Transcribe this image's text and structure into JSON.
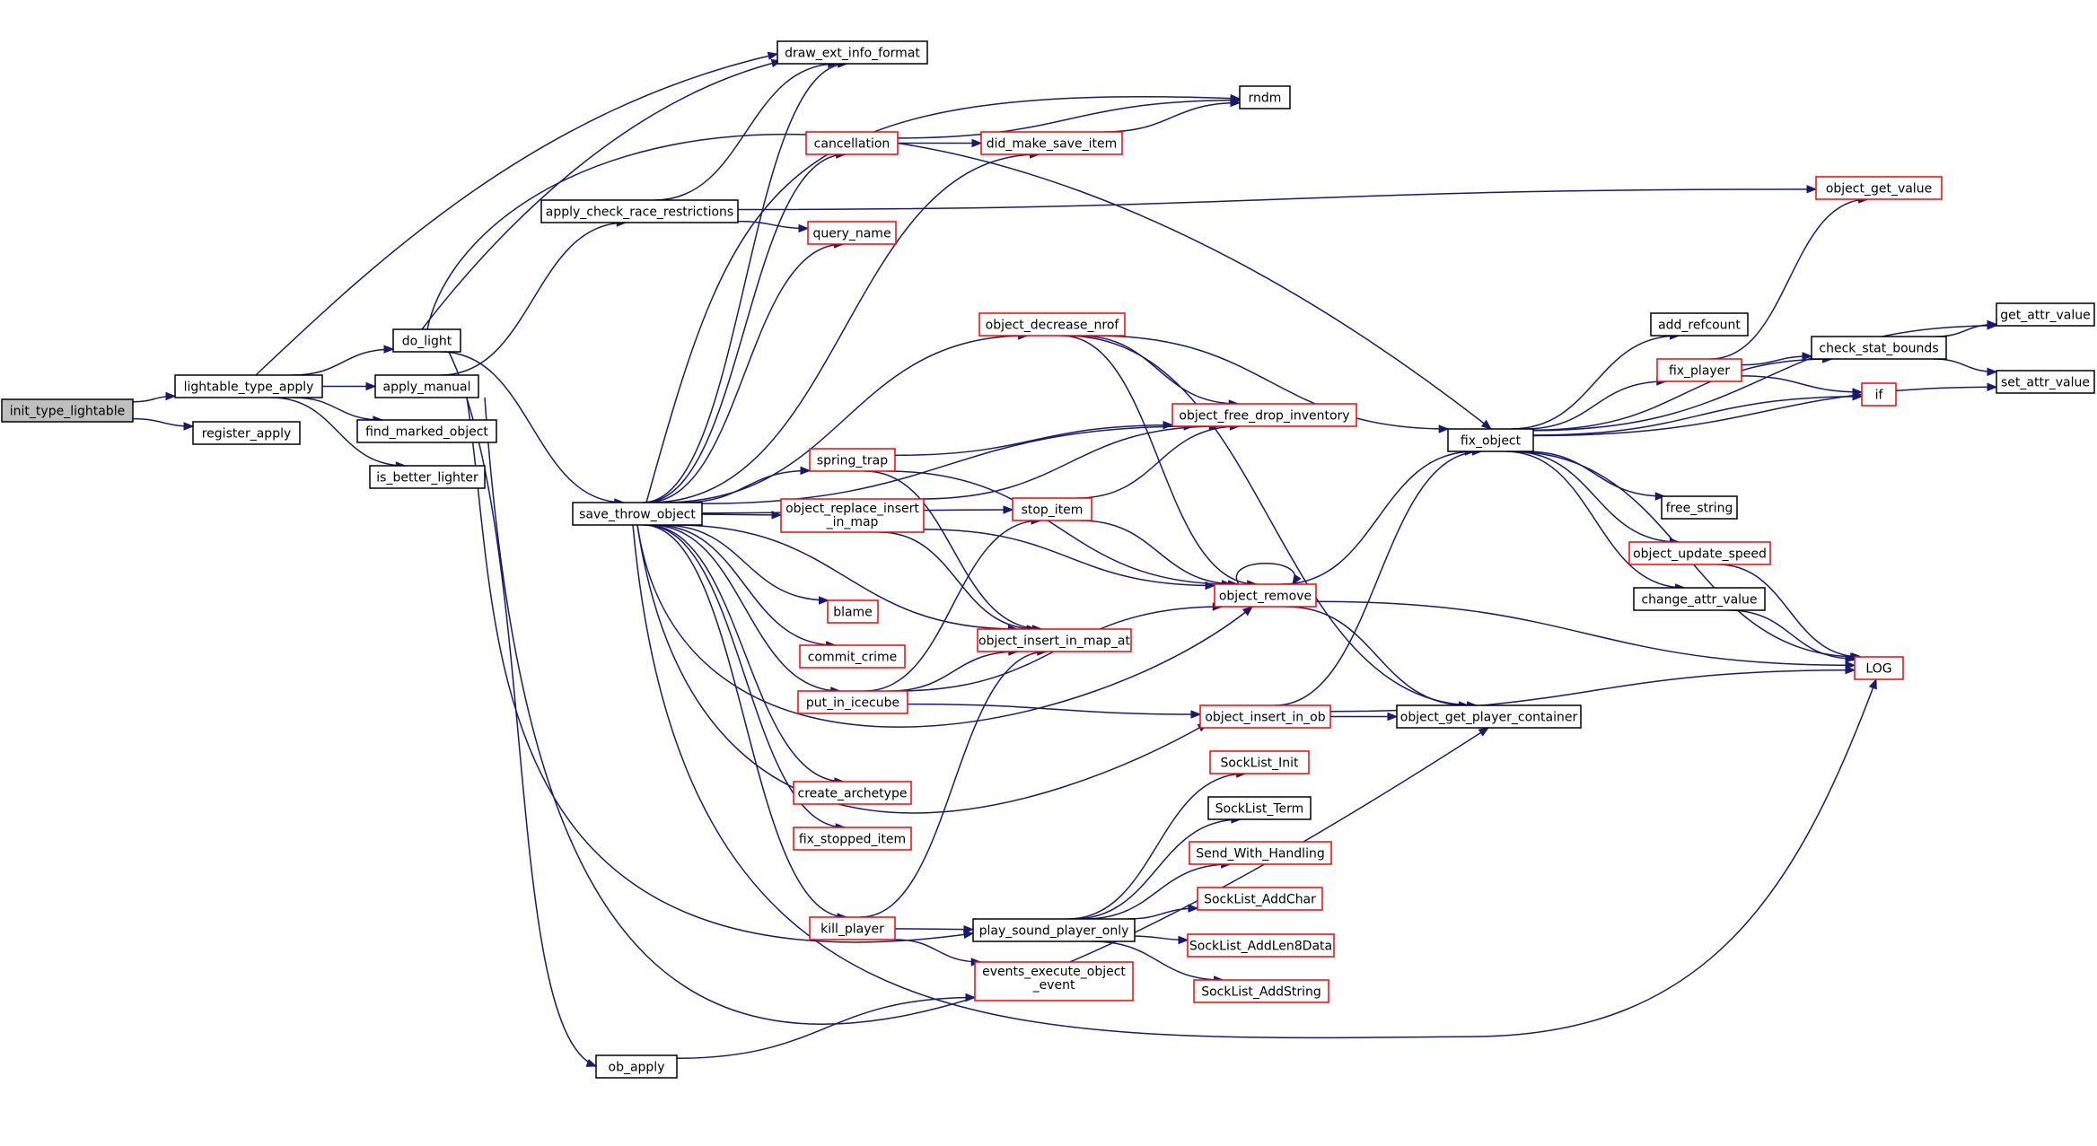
{
  "nodes": [
    {
      "id": "init_type_lightable",
      "label": "init_type_lightable",
      "border": "root"
    },
    {
      "id": "lightable_type_apply",
      "label": "lightable_type_apply",
      "border": "black"
    },
    {
      "id": "register_apply",
      "label": "register_apply",
      "border": "black"
    },
    {
      "id": "do_light",
      "label": "do_light",
      "border": "black"
    },
    {
      "id": "apply_manual",
      "label": "apply_manual",
      "border": "black"
    },
    {
      "id": "find_marked_object",
      "label": "find_marked_object",
      "border": "black"
    },
    {
      "id": "is_better_lighter",
      "label": "is_better_lighter",
      "border": "black"
    },
    {
      "id": "draw_ext_info_format",
      "label": "draw_ext_info_format",
      "border": "black"
    },
    {
      "id": "rndm",
      "label": "rndm",
      "border": "black"
    },
    {
      "id": "cancellation",
      "label": "cancellation",
      "border": "red"
    },
    {
      "id": "did_make_save_item",
      "label": "did_make_save_item",
      "border": "red"
    },
    {
      "id": "apply_check_race_restrictions",
      "label": "apply_check_race_restrictions",
      "border": "black"
    },
    {
      "id": "query_name",
      "label": "query_name",
      "border": "red"
    },
    {
      "id": "object_get_value",
      "label": "object_get_value",
      "border": "red"
    },
    {
      "id": "object_decrease_nrof",
      "label": "object_decrease_nrof",
      "border": "red"
    },
    {
      "id": "object_free_drop_inventory",
      "label": "object_free_drop_inventory",
      "border": "red"
    },
    {
      "id": "spring_trap",
      "label": "spring_trap",
      "border": "red"
    },
    {
      "id": "save_throw_object",
      "label": "save_throw_object",
      "border": "black"
    },
    {
      "id": "object_replace_insert_in_map",
      "label": [
        "object_replace_insert",
        "_in_map"
      ],
      "border": "red"
    },
    {
      "id": "stop_item",
      "label": "stop_item",
      "border": "red"
    },
    {
      "id": "object_remove",
      "label": "object_remove",
      "border": "red"
    },
    {
      "id": "blame",
      "label": "blame",
      "border": "red"
    },
    {
      "id": "object_insert_in_map_at",
      "label": "object_insert_in_map_at",
      "border": "red"
    },
    {
      "id": "commit_crime",
      "label": "commit_crime",
      "border": "red"
    },
    {
      "id": "put_in_icecube",
      "label": "put_in_icecube",
      "border": "red"
    },
    {
      "id": "object_insert_in_ob",
      "label": "object_insert_in_ob",
      "border": "red"
    },
    {
      "id": "object_get_player_container",
      "label": "object_get_player_container",
      "border": "black"
    },
    {
      "id": "create_archetype",
      "label": "create_archetype",
      "border": "red"
    },
    {
      "id": "fix_stopped_item",
      "label": "fix_stopped_item",
      "border": "red"
    },
    {
      "id": "kill_player",
      "label": "kill_player",
      "border": "red"
    },
    {
      "id": "play_sound_player_only",
      "label": "play_sound_player_only",
      "border": "black"
    },
    {
      "id": "events_execute_object_event",
      "label": [
        "events_execute_object",
        "_event"
      ],
      "border": "red"
    },
    {
      "id": "ob_apply",
      "label": "ob_apply",
      "border": "black"
    },
    {
      "id": "SockList_Init",
      "label": "SockList_Init",
      "border": "red"
    },
    {
      "id": "SockList_Term",
      "label": "SockList_Term",
      "border": "black"
    },
    {
      "id": "Send_With_Handling",
      "label": "Send_With_Handling",
      "border": "red"
    },
    {
      "id": "SockList_AddChar",
      "label": "SockList_AddChar",
      "border": "red"
    },
    {
      "id": "SockList_AddLen8Data",
      "label": "SockList_AddLen8Data",
      "border": "red"
    },
    {
      "id": "SockList_AddString",
      "label": "SockList_AddString",
      "border": "red"
    },
    {
      "id": "fix_object",
      "label": "fix_object",
      "border": "black"
    },
    {
      "id": "add_refcount",
      "label": "add_refcount",
      "border": "black"
    },
    {
      "id": "fix_player",
      "label": "fix_player",
      "border": "red"
    },
    {
      "id": "free_string",
      "label": "free_string",
      "border": "black"
    },
    {
      "id": "object_update_speed",
      "label": "object_update_speed",
      "border": "red"
    },
    {
      "id": "change_attr_value",
      "label": "change_attr_value",
      "border": "black"
    },
    {
      "id": "check_stat_bounds",
      "label": "check_stat_bounds",
      "border": "black"
    },
    {
      "id": "if",
      "label": "if",
      "border": "red"
    },
    {
      "id": "get_attr_value",
      "label": "get_attr_value",
      "border": "black"
    },
    {
      "id": "set_attr_value",
      "label": "set_attr_value",
      "border": "black"
    },
    {
      "id": "LOG",
      "label": "LOG",
      "border": "red"
    }
  ],
  "edges": [
    [
      "init_type_lightable",
      "lightable_type_apply"
    ],
    [
      "init_type_lightable",
      "register_apply"
    ],
    [
      "lightable_type_apply",
      "do_light"
    ],
    [
      "lightable_type_apply",
      "apply_manual"
    ],
    [
      "lightable_type_apply",
      "find_marked_object"
    ],
    [
      "lightable_type_apply",
      "is_better_lighter"
    ],
    [
      "lightable_type_apply",
      "draw_ext_info_format"
    ],
    [
      "do_light",
      "draw_ext_info_format"
    ],
    [
      "do_light",
      "fix_object"
    ],
    [
      "do_light",
      "save_throw_object"
    ],
    [
      "do_light",
      "ob_apply"
    ],
    [
      "apply_manual",
      "apply_check_race_restrictions"
    ],
    [
      "apply_manual",
      "play_sound_player_only"
    ],
    [
      "apply_manual",
      "object_get_player_container"
    ],
    [
      "apply_check_race_restrictions",
      "draw_ext_info_format"
    ],
    [
      "apply_check_race_restrictions",
      "query_name"
    ],
    [
      "apply_check_race_restrictions",
      "object_get_value"
    ],
    [
      "save_throw_object",
      "draw_ext_info_format"
    ],
    [
      "save_throw_object",
      "rndm"
    ],
    [
      "save_throw_object",
      "cancellation"
    ],
    [
      "save_throw_object",
      "did_make_save_item"
    ],
    [
      "save_throw_object",
      "query_name"
    ],
    [
      "save_throw_object",
      "object_decrease_nrof"
    ],
    [
      "save_throw_object",
      "object_free_drop_inventory"
    ],
    [
      "save_throw_object",
      "spring_trap"
    ],
    [
      "save_throw_object",
      "stop_item"
    ],
    [
      "save_throw_object",
      "object_replace_insert_in_map"
    ],
    [
      "save_throw_object",
      "object_remove"
    ],
    [
      "save_throw_object",
      "blame"
    ],
    [
      "save_throw_object",
      "object_insert_in_map_at"
    ],
    [
      "save_throw_object",
      "commit_crime"
    ],
    [
      "save_throw_object",
      "put_in_icecube"
    ],
    [
      "save_throw_object",
      "object_insert_in_ob"
    ],
    [
      "save_throw_object",
      "create_archetype"
    ],
    [
      "save_throw_object",
      "fix_stopped_item"
    ],
    [
      "save_throw_object",
      "kill_player"
    ],
    [
      "save_throw_object",
      "LOG"
    ],
    [
      "cancellation",
      "rndm"
    ],
    [
      "cancellation",
      "did_make_save_item"
    ],
    [
      "did_make_save_item",
      "rndm"
    ],
    [
      "object_decrease_nrof",
      "object_free_drop_inventory"
    ],
    [
      "object_decrease_nrof",
      "object_remove"
    ],
    [
      "object_decrease_nrof",
      "fix_object"
    ],
    [
      "object_decrease_nrof",
      "object_get_player_container"
    ],
    [
      "spring_trap",
      "object_free_drop_inventory"
    ],
    [
      "spring_trap",
      "object_remove"
    ],
    [
      "spring_trap",
      "object_insert_in_map_at"
    ],
    [
      "object_replace_insert_in_map",
      "object_free_drop_inventory"
    ],
    [
      "object_replace_insert_in_map",
      "object_remove"
    ],
    [
      "object_replace_insert_in_map",
      "object_insert_in_map_at"
    ],
    [
      "stop_item",
      "object_free_drop_inventory"
    ],
    [
      "stop_item",
      "object_remove"
    ],
    [
      "object_remove",
      "object_remove"
    ],
    [
      "object_remove",
      "fix_object"
    ],
    [
      "object_remove",
      "object_get_player_container"
    ],
    [
      "object_remove",
      "LOG"
    ],
    [
      "put_in_icecube",
      "stop_item"
    ],
    [
      "put_in_icecube",
      "object_insert_in_map_at"
    ],
    [
      "put_in_icecube",
      "object_remove"
    ],
    [
      "put_in_icecube",
      "object_insert_in_ob"
    ],
    [
      "object_insert_in_ob",
      "fix_object"
    ],
    [
      "object_insert_in_ob",
      "object_get_player_container"
    ],
    [
      "object_insert_in_ob",
      "LOG"
    ],
    [
      "kill_player",
      "object_insert_in_map_at"
    ],
    [
      "kill_player",
      "play_sound_player_only"
    ],
    [
      "kill_player",
      "events_execute_object_event"
    ],
    [
      "ob_apply",
      "events_execute_object_event"
    ],
    [
      "play_sound_player_only",
      "SockList_Init"
    ],
    [
      "play_sound_player_only",
      "SockList_Term"
    ],
    [
      "play_sound_player_only",
      "Send_With_Handling"
    ],
    [
      "play_sound_player_only",
      "SockList_AddChar"
    ],
    [
      "play_sound_player_only",
      "SockList_AddLen8Data"
    ],
    [
      "play_sound_player_only",
      "SockList_AddString"
    ],
    [
      "fix_object",
      "add_refcount"
    ],
    [
      "fix_object",
      "fix_player"
    ],
    [
      "fix_object",
      "free_string"
    ],
    [
      "fix_object",
      "object_update_speed"
    ],
    [
      "fix_object",
      "change_attr_value"
    ],
    [
      "fix_object",
      "check_stat_bounds"
    ],
    [
      "fix_object",
      "get_attr_value"
    ],
    [
      "fix_object",
      "set_attr_value"
    ],
    [
      "fix_object",
      "if"
    ],
    [
      "fix_object",
      "LOG"
    ],
    [
      "fix_player",
      "object_get_value"
    ],
    [
      "fix_player",
      "check_stat_bounds"
    ],
    [
      "fix_player",
      "if"
    ],
    [
      "check_stat_bounds",
      "get_attr_value"
    ],
    [
      "check_stat_bounds",
      "set_attr_value"
    ],
    [
      "object_update_speed",
      "LOG"
    ],
    [
      "change_attr_value",
      "LOG"
    ]
  ]
}
